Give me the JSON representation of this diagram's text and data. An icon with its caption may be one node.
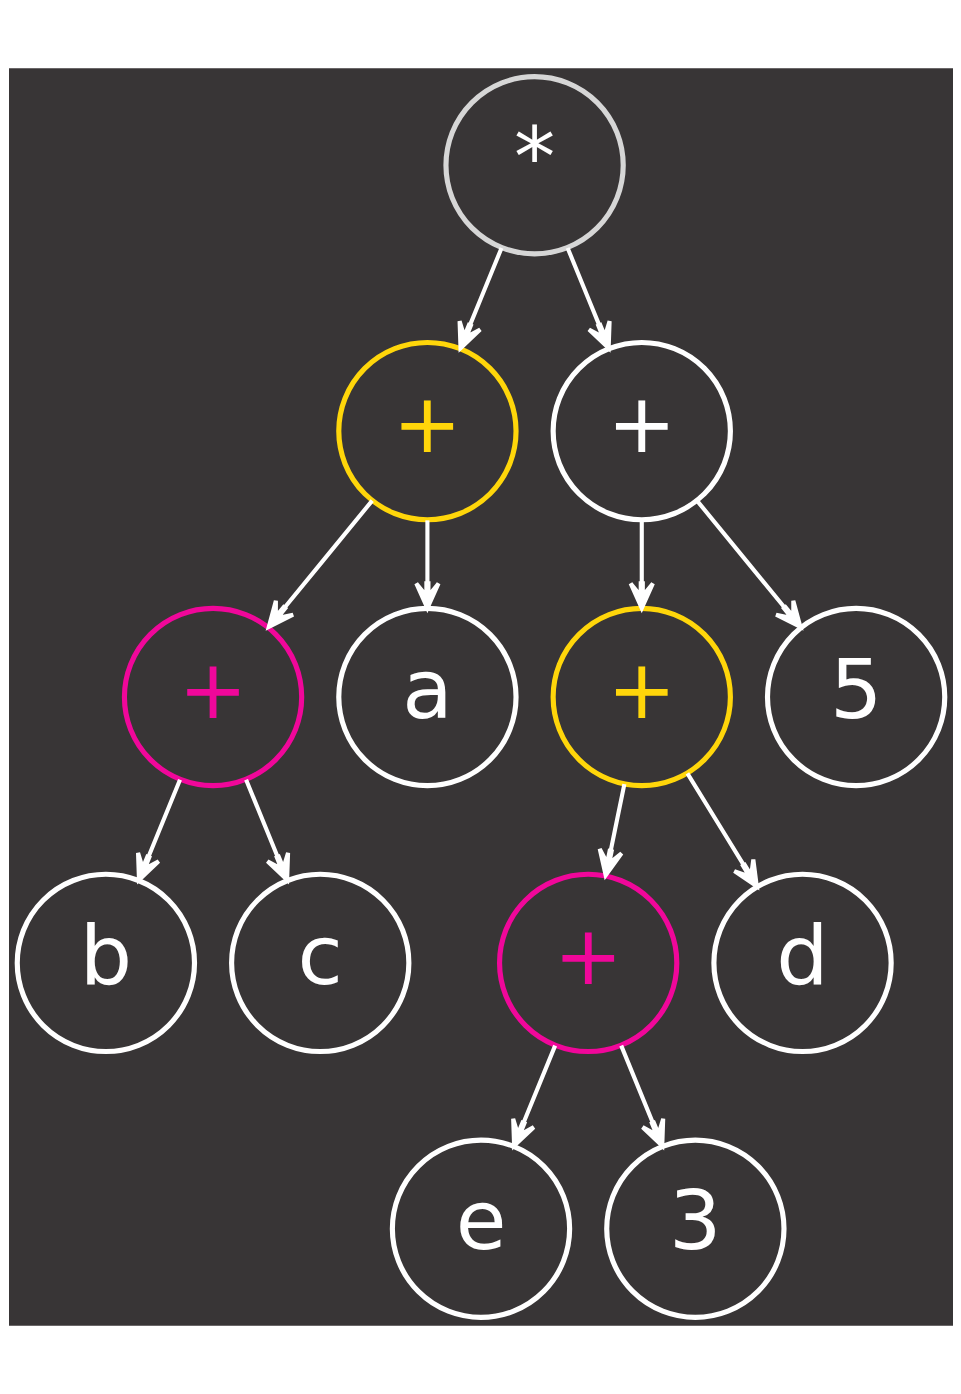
{
  "diagram": {
    "nodes": [
      {
        "text": [
          "*"
        ]
      },
      {
        "text": [
          "+"
        ]
      },
      {
        "text": [
          "+"
        ]
      },
      {
        "text": [
          "+"
        ]
      },
      {
        "text": [
          "a"
        ]
      },
      {
        "text": [
          "+"
        ]
      },
      {
        "text": [
          "5"
        ]
      },
      {
        "text": [
          "b"
        ]
      },
      {
        "text": [
          "c"
        ]
      },
      {
        "text": [
          "+"
        ]
      },
      {
        "text": [
          "d"
        ]
      },
      {
        "text": [
          "e"
        ]
      },
      {
        "text": [
          "3"
        ]
      }
    ],
    "edges": [
      {
        "from": 0,
        "to": 1,
        "arrow": "to"
      },
      {
        "from": 0,
        "to": 2,
        "arrow": "to"
      },
      {
        "from": 1,
        "to": 3,
        "arrow": "to"
      },
      {
        "from": 1,
        "to": 4,
        "arrow": "to"
      },
      {
        "from": 2,
        "to": 5,
        "arrow": "to"
      },
      {
        "from": 2,
        "to": 6,
        "arrow": "to"
      },
      {
        "from": 3,
        "to": 7,
        "arrow": "to"
      },
      {
        "from": 3,
        "to": 8,
        "arrow": "to"
      },
      {
        "from": 5,
        "to": 9,
        "arrow": "to"
      },
      {
        "from": 5,
        "to": 10,
        "arrow": "to"
      },
      {
        "from": 9,
        "to": 11,
        "arrow": "to"
      },
      {
        "from": 9,
        "to": 12,
        "arrow": "to"
      }
    ]
  }
}
